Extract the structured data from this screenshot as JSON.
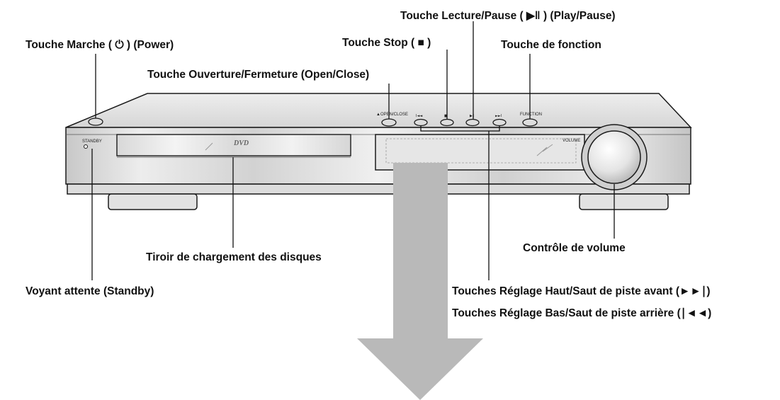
{
  "labels": {
    "power": "Touche Marche ( ⏻ ) (Power)",
    "open_close": "Touche Ouverture/Fermeture (Open/Close)",
    "stop": "Touche Stop ( ■ )",
    "play_pause": "Touche Lecture/Pause ( ▶‖ ) (Play/Pause)",
    "function": "Touche de fonction",
    "disc_tray": "Tiroir de chargement des disques",
    "volume_control": "Contrôle de volume",
    "standby_indicator": "Voyant attente (Standby)",
    "skip_forward": "Touches Réglage Haut/Saut de piste avant (►►∣)",
    "skip_back": "Touches Réglage Bas/Saut de piste arrière (∣◄◄)"
  },
  "device": {
    "standby_text": "STANDBY",
    "open_close_text": "▲OPEN/CLOSE",
    "function_text": "FUNCTION",
    "volume_text": "VOLUME",
    "logo_text": "DVD",
    "prev_glyph": "I◄◄",
    "stop_glyph": "■",
    "play_glyph": "▶‖",
    "next_glyph": "►►I"
  }
}
